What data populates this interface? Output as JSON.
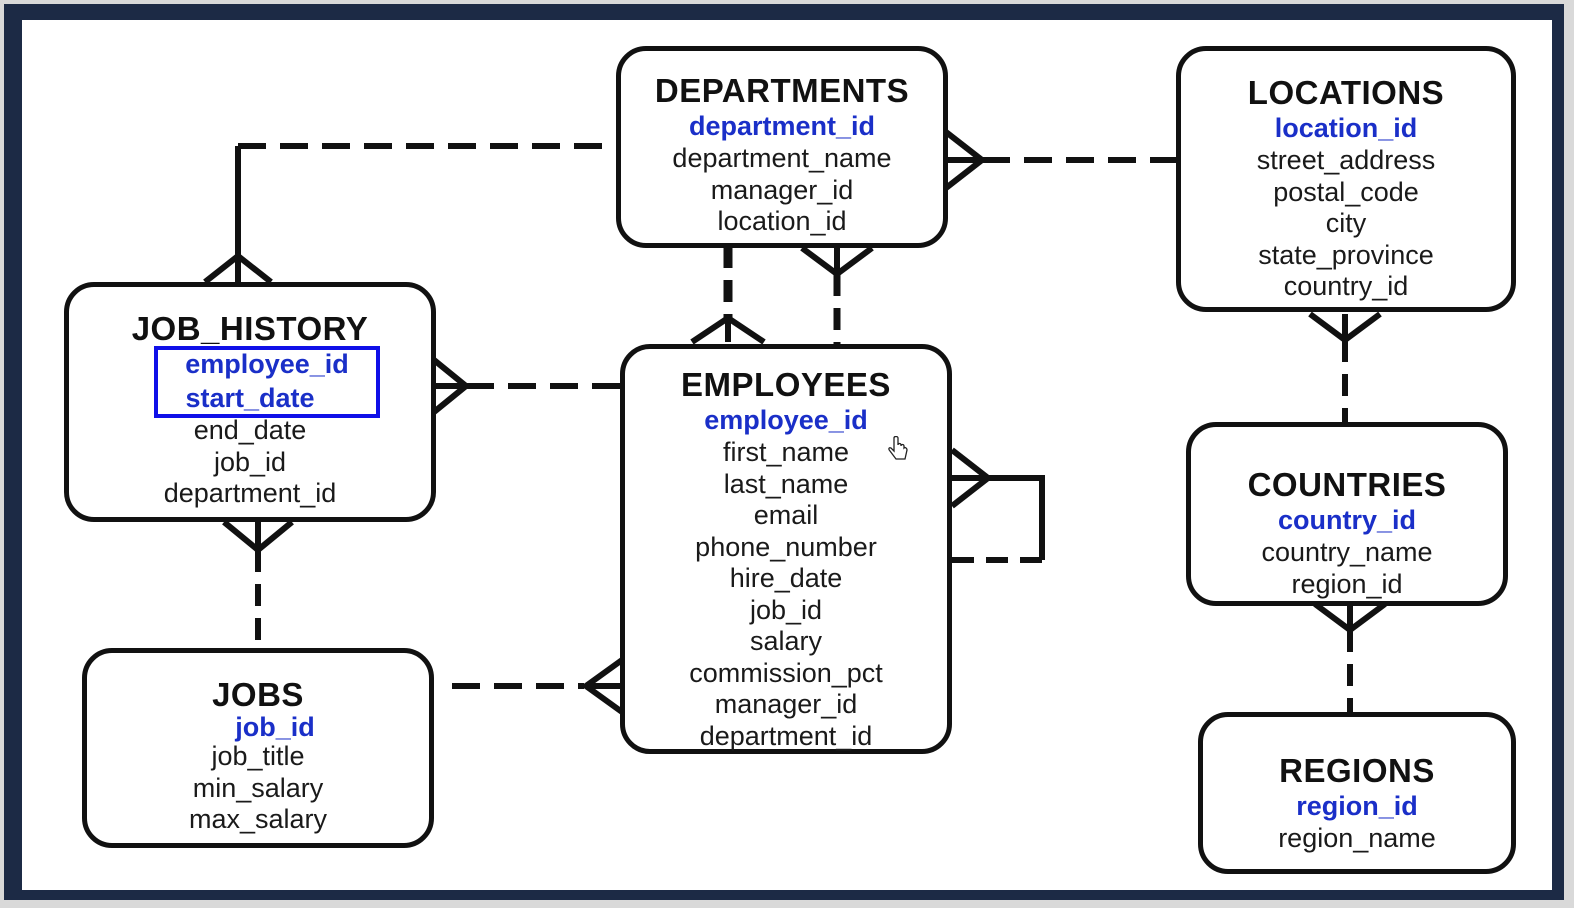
{
  "entities": {
    "departments": {
      "name": "DEPARTMENTS",
      "primary_keys": [
        "department_id"
      ],
      "attributes": [
        "department_name",
        "manager_id",
        "location_id"
      ]
    },
    "locations": {
      "name": "LOCATIONS",
      "primary_keys": [
        "location_id"
      ],
      "attributes": [
        "street_address",
        "postal_code",
        "city",
        "state_province",
        "country_id"
      ]
    },
    "job_history": {
      "name": "JOB_HISTORY",
      "primary_keys": [
        "employee_id",
        "start_date"
      ],
      "attributes": [
        "end_date",
        "job_id",
        "department_id"
      ]
    },
    "employees": {
      "name": "EMPLOYEES",
      "primary_keys": [
        "employee_id"
      ],
      "attributes": [
        "first_name",
        "last_name",
        "email",
        "phone_number",
        "hire_date",
        "job_id",
        "salary",
        "commission_pct",
        "manager_id",
        "department_id"
      ]
    },
    "countries": {
      "name": "COUNTRIES",
      "primary_keys": [
        "country_id"
      ],
      "attributes": [
        "country_name",
        "region_id"
      ]
    },
    "jobs": {
      "name": "JOBS",
      "primary_keys": [
        "job_id"
      ],
      "attributes": [
        "job_title",
        "min_salary",
        "max_salary"
      ]
    },
    "regions": {
      "name": "REGIONS",
      "primary_keys": [
        "region_id"
      ],
      "attributes": [
        "region_name"
      ]
    }
  },
  "colors": {
    "primary_key": "#1a2fc8",
    "highlight": "#1010e8",
    "frame": "#1c2a45",
    "line": "#111111"
  }
}
